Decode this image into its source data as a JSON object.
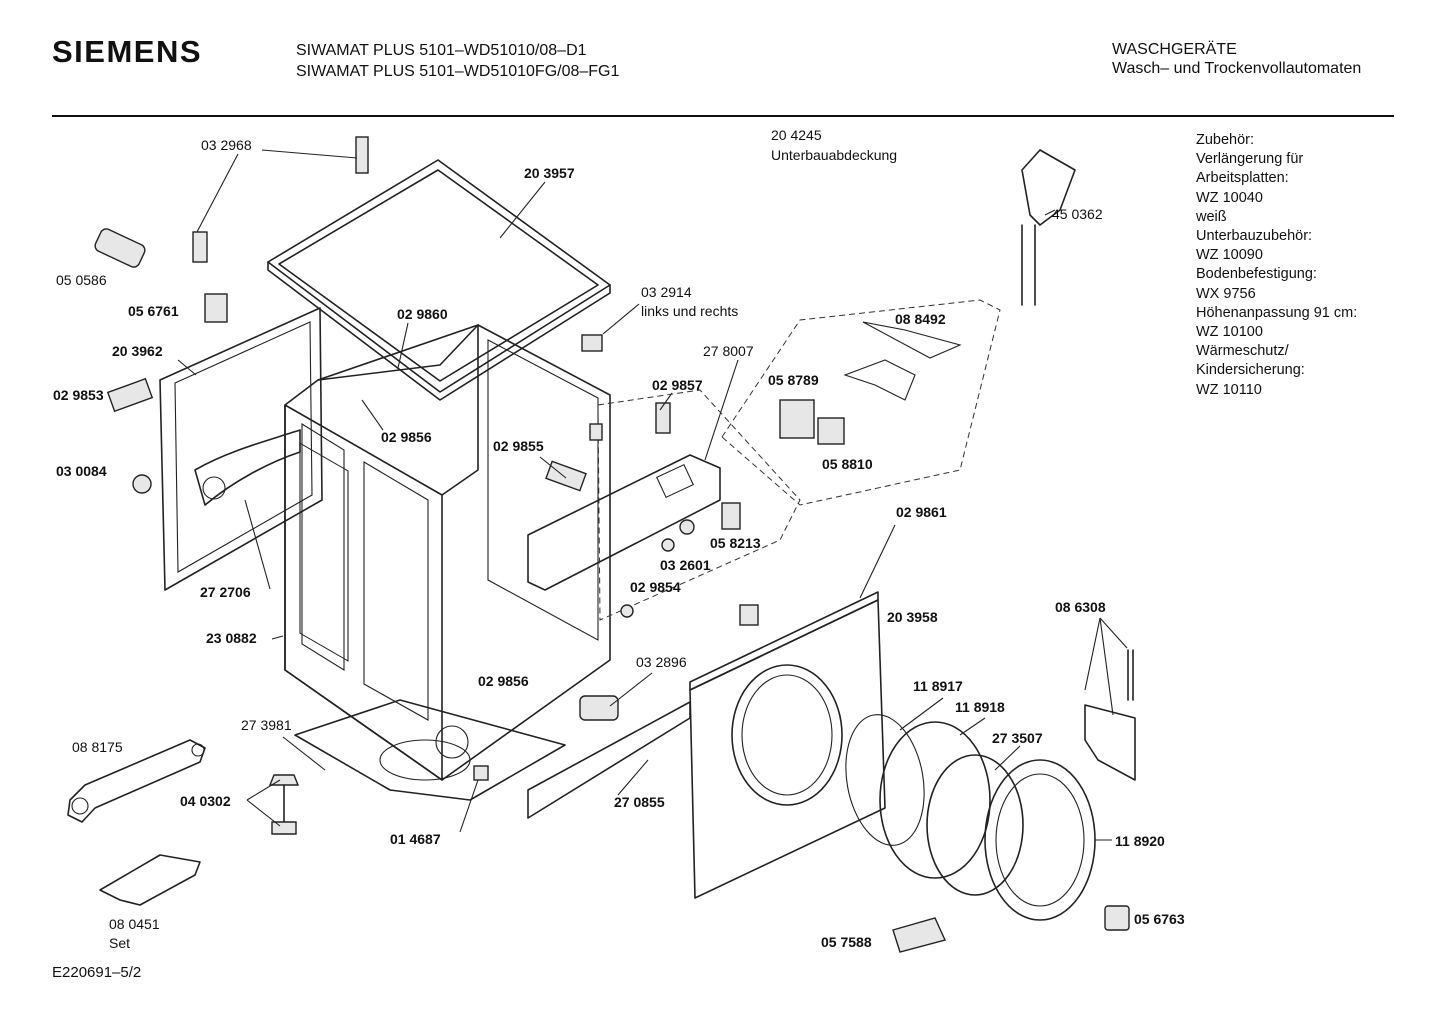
{
  "header": {
    "brand": "SIEMENS",
    "model_lines": [
      "SIWAMAT PLUS 5101–WD51010/08–D1",
      "SIWAMAT PLUS 5101–WD51010FG/08–FG1"
    ],
    "category_lines": [
      "WASCHGERÄTE",
      "Wasch– und Trockenvollautomaten"
    ]
  },
  "accessories": [
    "Zubehör:",
    "Verlängerung für",
    "Arbeitsplatten:",
    "WZ 10040",
    "weiß",
    "Unterbauzubehör:",
    "WZ 10090",
    "Bodenbefestigung:",
    "WX 9756",
    "Höhenanpassung 91 cm:",
    "WZ 10100",
    "Wärmeschutz/",
    "Kindersicherung:",
    "WZ 10110"
  ],
  "parts": [
    {
      "id": "032968",
      "text": "03 2968",
      "bold": false
    },
    {
      "id": "050586",
      "text": "05 0586",
      "bold": false
    },
    {
      "id": "056761",
      "text": "05 6761",
      "bold": true
    },
    {
      "id": "203962",
      "text": "20 3962",
      "bold": true
    },
    {
      "id": "029853",
      "text": "02 9853",
      "bold": true
    },
    {
      "id": "030084",
      "text": "03 0084",
      "bold": true
    },
    {
      "id": "272706",
      "text": "27 2706",
      "bold": true
    },
    {
      "id": "230882",
      "text": "23 0882",
      "bold": true
    },
    {
      "id": "203957",
      "text": "20 3957",
      "bold": true
    },
    {
      "id": "029860",
      "text": "02 9860",
      "bold": true
    },
    {
      "id": "029856a",
      "text": "02 9856",
      "bold": true
    },
    {
      "id": "029855",
      "text": "02 9855",
      "bold": true
    },
    {
      "id": "204245",
      "text": "20 4245",
      "bold": false
    },
    {
      "id": "204245desc",
      "text": "Unterbauabdeckung",
      "bold": false
    },
    {
      "id": "032914",
      "text": "03 2914",
      "bold": false
    },
    {
      "id": "032914desc",
      "text": "links und rechts",
      "bold": false
    },
    {
      "id": "278007",
      "text": "27 8007",
      "bold": false
    },
    {
      "id": "029857",
      "text": "02 9857",
      "bold": true
    },
    {
      "id": "450362",
      "text": "45 0362",
      "bold": false
    },
    {
      "id": "088492",
      "text": "08 8492",
      "bold": true
    },
    {
      "id": "058789",
      "text": "05 8789",
      "bold": true
    },
    {
      "id": "058810",
      "text": "05 8810",
      "bold": true
    },
    {
      "id": "058213",
      "text": "05 8213",
      "bold": true
    },
    {
      "id": "032601",
      "text": "03 2601",
      "bold": true
    },
    {
      "id": "029854",
      "text": "02 9854",
      "bold": true
    },
    {
      "id": "029861",
      "text": "02 9861",
      "bold": true
    },
    {
      "id": "203958",
      "text": "20 3958",
      "bold": true
    },
    {
      "id": "086308",
      "text": "08 6308",
      "bold": true
    },
    {
      "id": "032896",
      "text": "03 2896",
      "bold": false
    },
    {
      "id": "029856b",
      "text": "02 9856",
      "bold": true
    },
    {
      "id": "273981",
      "text": "27 3981",
      "bold": false
    },
    {
      "id": "088175",
      "text": "08 8175",
      "bold": false
    },
    {
      "id": "040302",
      "text": "04 0302",
      "bold": true
    },
    {
      "id": "014687",
      "text": "01 4687",
      "bold": true
    },
    {
      "id": "270855",
      "text": "27 0855",
      "bold": true
    },
    {
      "id": "118917",
      "text": "11 8917",
      "bold": true
    },
    {
      "id": "118918",
      "text": "11 8918",
      "bold": true
    },
    {
      "id": "273507",
      "text": "27 3507",
      "bold": true
    },
    {
      "id": "118920",
      "text": "11 8920",
      "bold": true
    },
    {
      "id": "056763",
      "text": "05 6763",
      "bold": true
    },
    {
      "id": "057588",
      "text": "05 7588",
      "bold": true
    },
    {
      "id": "080451",
      "text": "08 0451",
      "bold": false
    },
    {
      "id": "080451set",
      "text": "Set",
      "bold": false
    }
  ],
  "footer": {
    "code": "E220691–5/2"
  }
}
